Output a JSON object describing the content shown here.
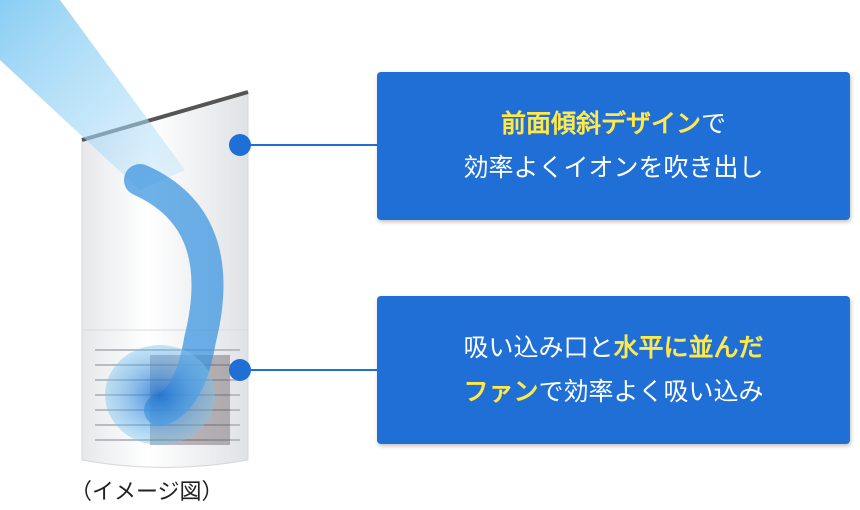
{
  "callouts": [
    {
      "line1_highlight": "前面傾斜デザイン",
      "line1_rest": "で",
      "line2": "効率よくイオンを吹き出し"
    },
    {
      "line1_text": "吸い込み口と",
      "line1_highlight": "水平に並んだ",
      "line2_highlight": "ファン",
      "line2_rest": "で効率よく吸い込み"
    }
  ],
  "caption": "（イメージ図）",
  "colors": {
    "box": "#1f6fd6",
    "highlight": "#ffe94a",
    "connector": "#1f6fd6"
  }
}
